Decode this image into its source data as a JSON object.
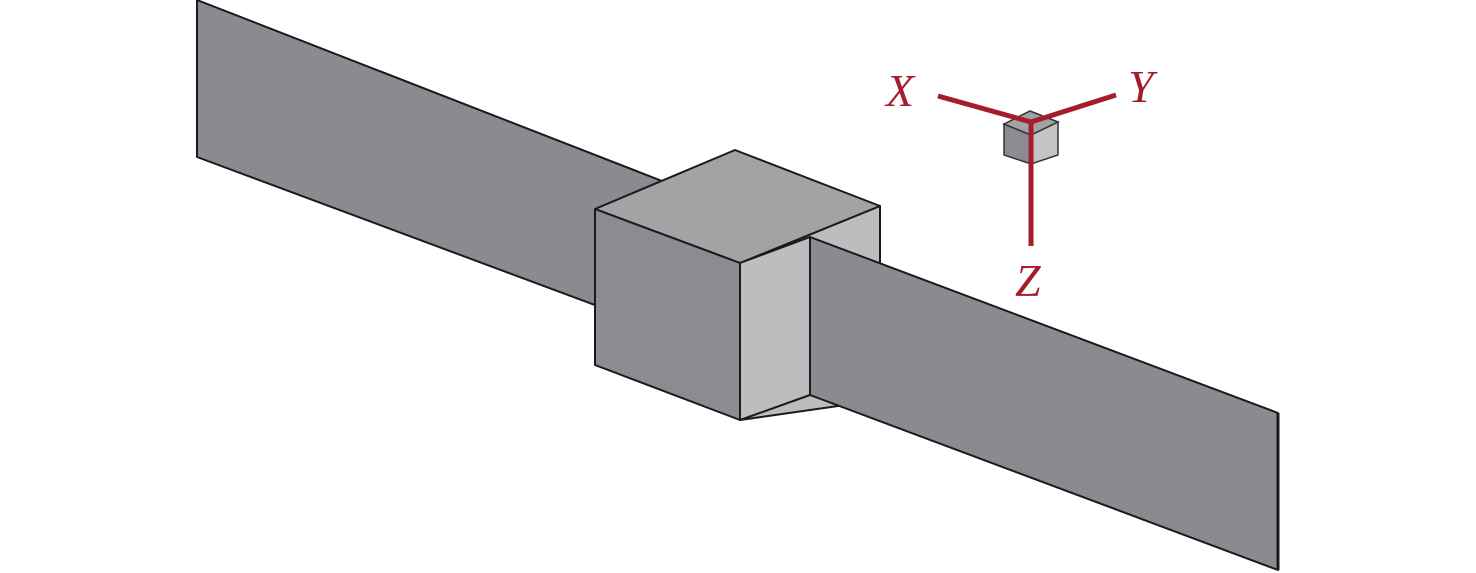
{
  "diagram": {
    "subject": "satellite-body-with-solar-panels",
    "axes": {
      "x_label": "X",
      "y_label": "Y",
      "z_label": "Z"
    },
    "colors": {
      "axis": "#a51d2d",
      "panel": "#8a8b90",
      "cube_top": "#a3a3a6",
      "cube_front": "#8b8c91",
      "cube_side": "#bdbdbf",
      "edge": "#1a1a1a"
    }
  }
}
